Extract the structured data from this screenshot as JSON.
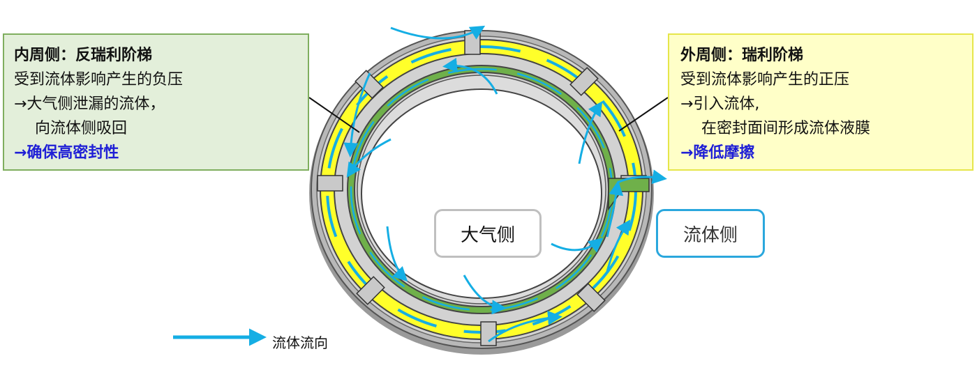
{
  "left_callout": {
    "lines": [
      "内周侧：反瑞利阶梯",
      "受到流体影响产生的负压",
      "→大气侧泄漏的流体，",
      "向流体侧吸回",
      "→确保高密封性"
    ]
  },
  "right_callout": {
    "lines": [
      "外周侧：瑞利阶梯",
      "受到流体影响产生的正压",
      "→引入流体,",
      "在密封面间形成流体液膜",
      "→降低摩擦"
    ]
  },
  "atmosphere_side": {
    "label": "大气侧"
  },
  "fluid_side": {
    "label": "流体侧"
  },
  "legend": {
    "label": "流体流向"
  },
  "colors": {
    "flow_arrow": "#15aee4",
    "groove_yellow": "#ffff2a",
    "groove_green": "#6fb04a",
    "ring_gray": "#c9c9c9",
    "left_box_fill": "#e3efda",
    "right_box_fill": "#ffffc8",
    "emphasis_blue": "#1f1fd6"
  }
}
